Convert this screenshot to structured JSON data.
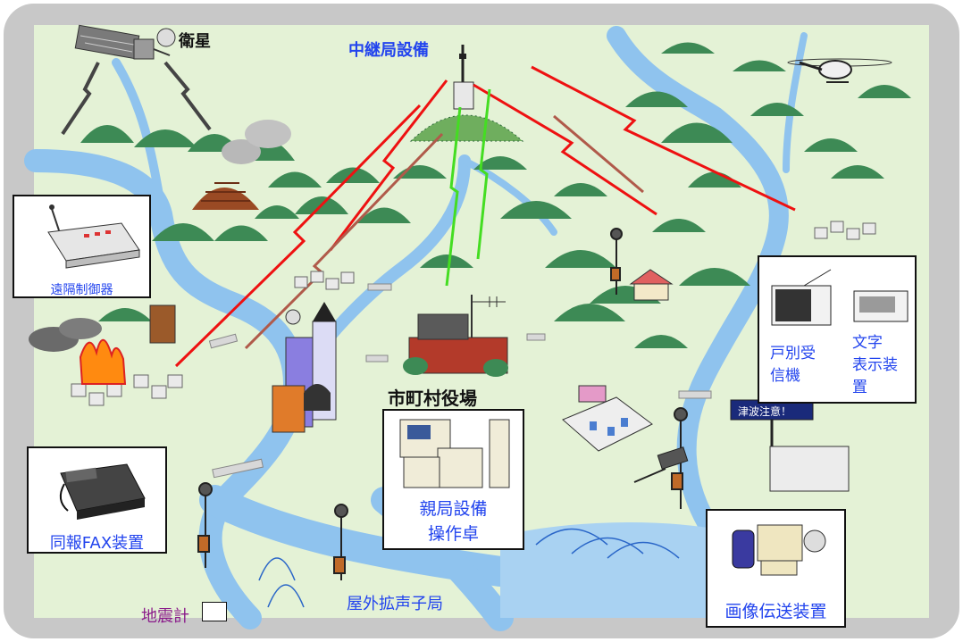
{
  "labels": {
    "satellite": "衛星",
    "relay_station": "中継局設備",
    "remote_controller": "遠隔制御器",
    "city_hall": "市町村役場",
    "individual_receiver": "戸別受\n信機",
    "text_display": "文字\n表示装\n置",
    "simulcast_fax": "同報FAX装置",
    "master_console": "親局設備\n操作卓",
    "image_transmission": "画像伝送装置",
    "outdoor_speaker": "屋外拡声子局",
    "seismometer": "地震計",
    "tsunami_sign": "津波注意！"
  },
  "colors": {
    "frame": "#c8c8c8",
    "land": "#e4f2d6",
    "river": "#8fc3ee",
    "mountain": "#3d8a55",
    "radio_red": "#ee1111",
    "radio_brown": "#b05a4a",
    "radio_green": "#44dd22",
    "label_blue": "#2244ee",
    "label_purple": "#8a1a8a"
  },
  "icons": [
    "satellite-icon",
    "helicopter-icon",
    "relay-tower-icon",
    "volcano-icon",
    "city-hall-icon",
    "speaker-tower-icon",
    "house-icon",
    "fire-icon",
    "camera-icon",
    "fax-icon",
    "radio-icon",
    "display-icon"
  ]
}
